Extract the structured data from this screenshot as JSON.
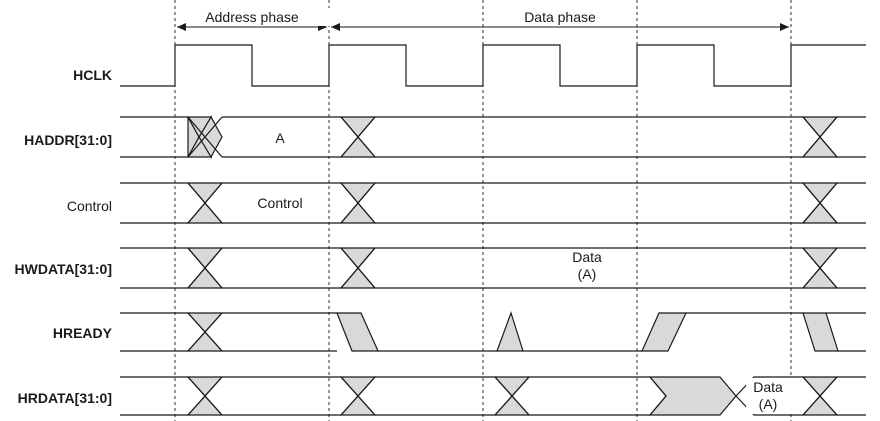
{
  "phases": [
    {
      "label": "Address phase"
    },
    {
      "label": "Data phase"
    }
  ],
  "signals": [
    {
      "label": "HCLK",
      "bold": true
    },
    {
      "label": "HADDR[31:0]",
      "bold": true
    },
    {
      "label": "Control",
      "bold": false
    },
    {
      "label": "HWDATA[31:0]",
      "bold": true
    },
    {
      "label": "HREADY",
      "bold": true
    },
    {
      "label": "HRDATA[31:0]",
      "bold": true
    }
  ],
  "values": {
    "haddr": "A",
    "control": "Control",
    "hwdata_line1": "Data",
    "hwdata_line2": "(A)",
    "hrdata_line1": "Data",
    "hrdata_line2": "(A)"
  },
  "colors": {
    "line": "#1a1a1a",
    "shade": "#d9d9d9"
  }
}
